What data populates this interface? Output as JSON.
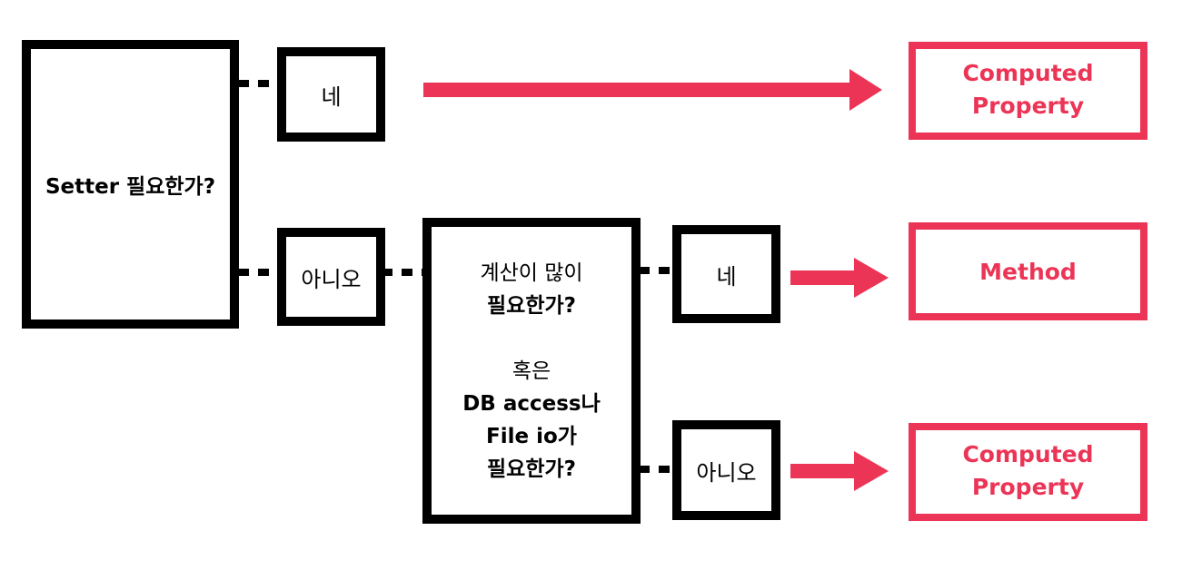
{
  "question_setter": {
    "text": "Setter 필요한가?"
  },
  "answer_yes_1": {
    "text": "네"
  },
  "answer_no_1": {
    "text": "아니오"
  },
  "question_compute": {
    "line1": "계산이 많이",
    "line2": "필요한가?",
    "line3": "",
    "line4": "혹은",
    "line5": "DB access나",
    "line6": "File io가",
    "line7": "필요한가?"
  },
  "answer_yes_2": {
    "text": "네"
  },
  "answer_no_2": {
    "text": "아니오"
  },
  "result_top": {
    "line1": "Computed",
    "line2": "Property"
  },
  "result_middle": {
    "text": "Method"
  },
  "result_bottom": {
    "line1": "Computed",
    "line2": "Property"
  },
  "colors": {
    "accent": "#ec3556",
    "stroke": "#000000",
    "background": "#ffffff"
  }
}
